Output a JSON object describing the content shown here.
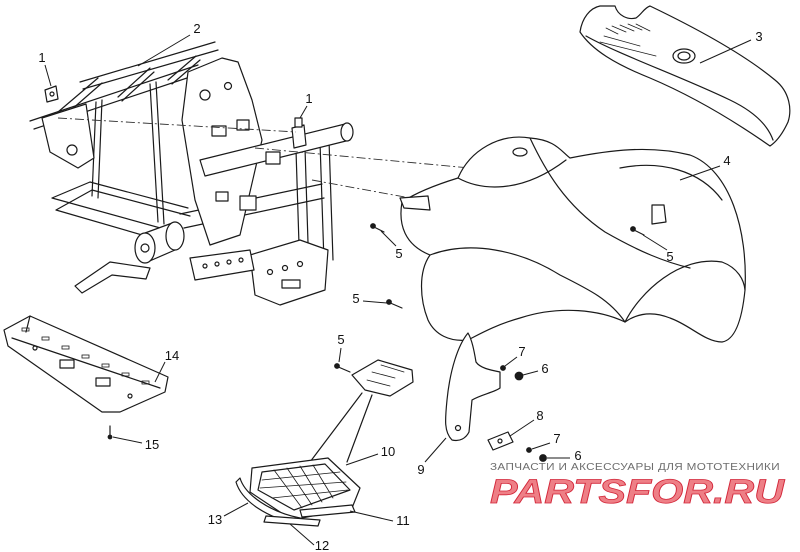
{
  "callouts": {
    "labels": [
      "1",
      "2",
      "3",
      "1",
      "4",
      "5",
      "5",
      "5",
      "5",
      "7",
      "6",
      "14",
      "8",
      "7",
      "6",
      "15",
      "9",
      "10",
      "11",
      "13",
      "12"
    ]
  },
  "watermark": {
    "tagline": "ЗАПЧАСТИ И АКСЕССУАРЫ ДЛЯ МОТОТЕХНИКИ",
    "logo": "PARTSFOR.RU"
  },
  "colors": {
    "line": "#1a1a1a",
    "background": "#ffffff",
    "tagline": "#6e6e6e",
    "logo_fill": "#ee7f86",
    "logo_stroke": "#d3273a"
  }
}
